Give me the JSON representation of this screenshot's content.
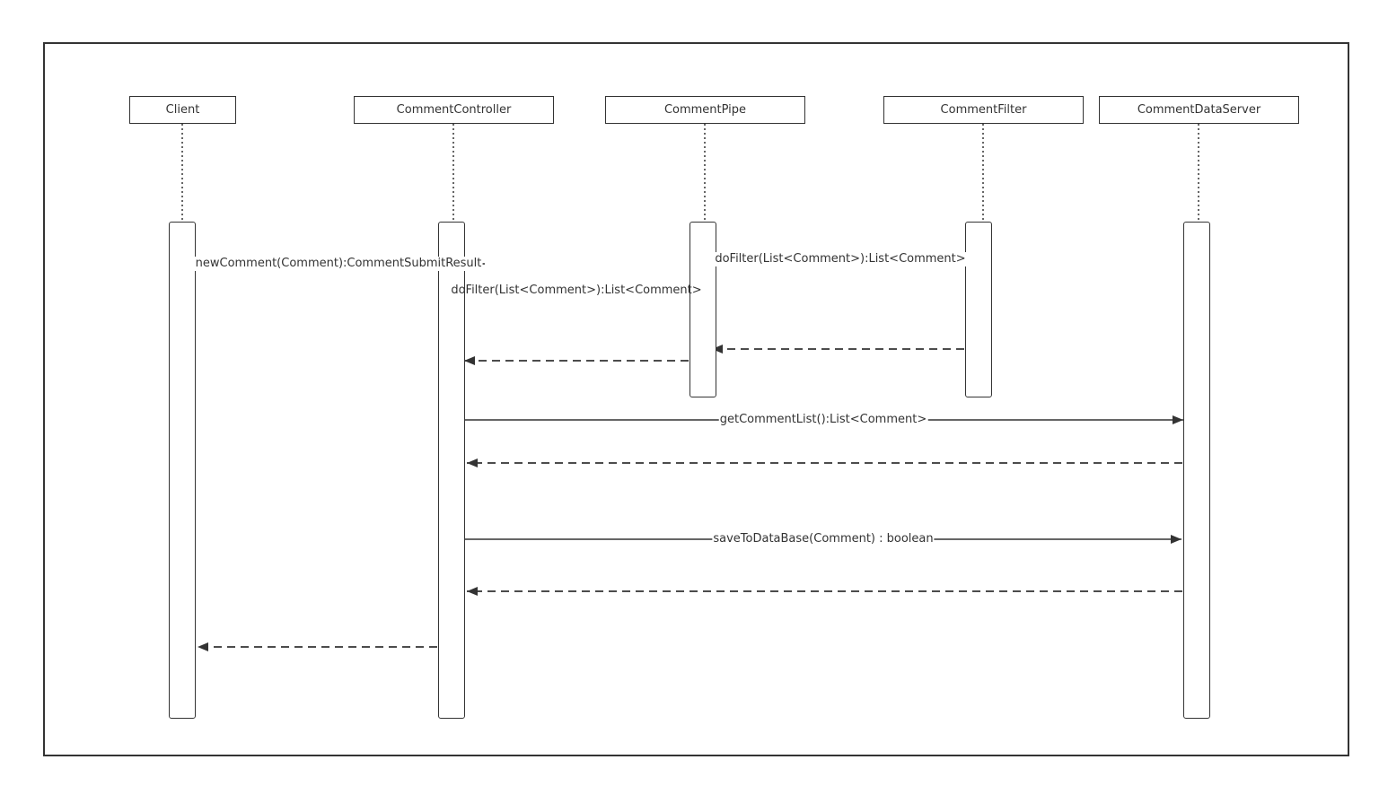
{
  "participants": {
    "client": "Client",
    "controller": "CommentController",
    "pipe": "CommentPipe",
    "filter": "CommentFilter",
    "dataserver": "CommentDataServer"
  },
  "messages": {
    "new_comment": "newComment(Comment):CommentSubmitResult",
    "pipe_to_filter": "doFilter(List<Comment>):List<Comment>",
    "controller_to_pipe": "doFilter(List<Comment>):List<Comment>",
    "get_comment_list": "getCommentList():List<Comment>",
    "save_to_database": "saveToDataBase(Comment) : boolean"
  },
  "colors": {
    "stroke": "#333333",
    "background": "#ffffff"
  }
}
